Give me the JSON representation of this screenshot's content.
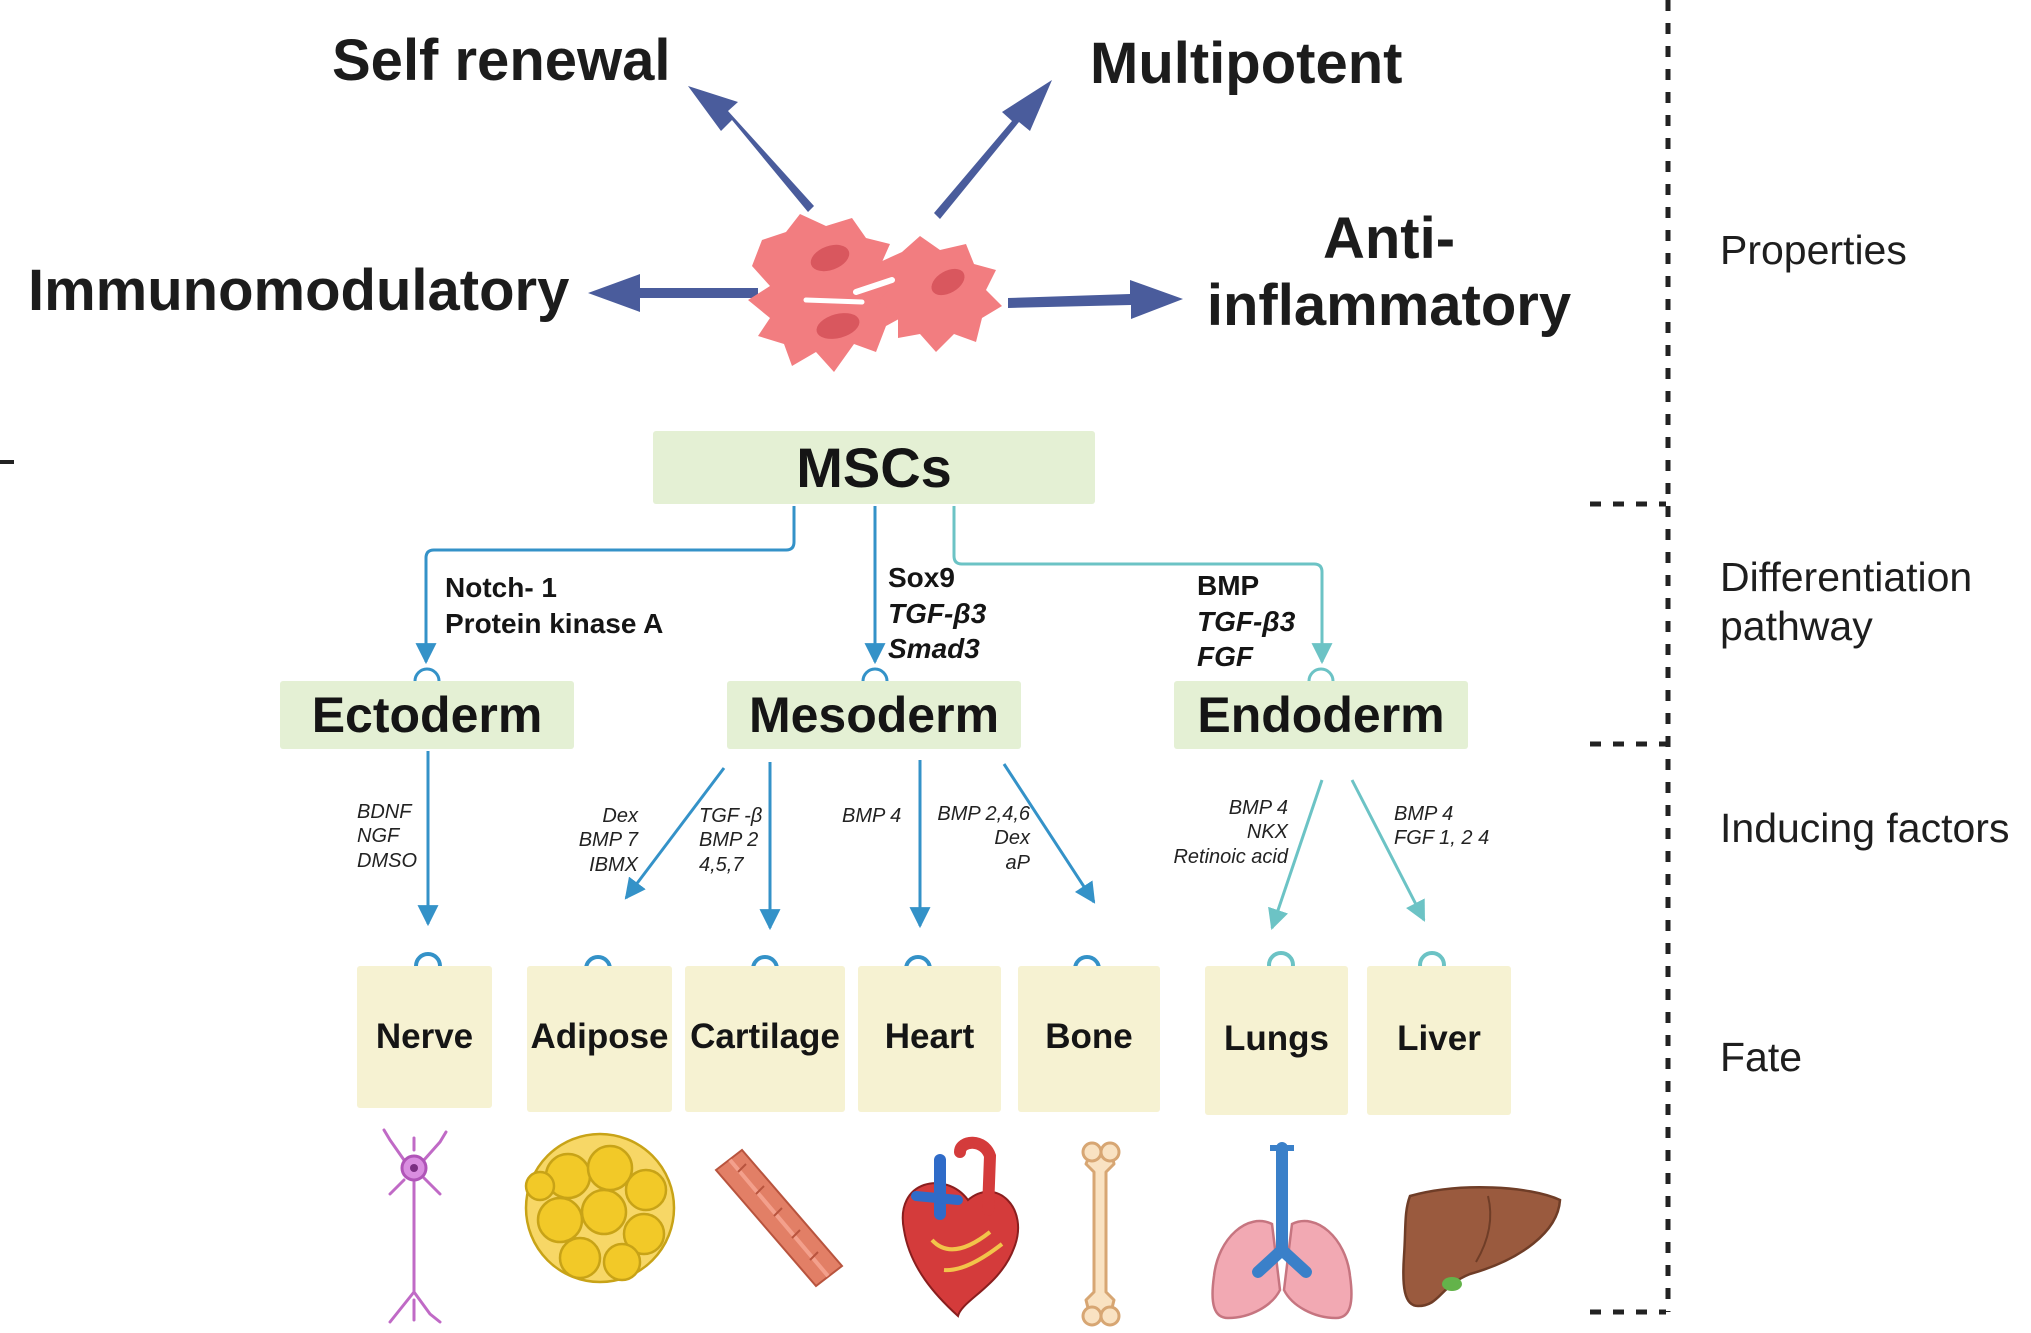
{
  "properties": {
    "self_renewal": "Self renewal",
    "multipotent": "Multipotent",
    "immunomodulatory": "Immunomodulatory",
    "anti_inflammatory_line1": "Anti-",
    "anti_inflammatory_line2": "inflammatory"
  },
  "root": {
    "label": "MSCs"
  },
  "pathways": {
    "ectoderm": {
      "line1": "Notch- 1",
      "line2": "Protein kinase A"
    },
    "mesoderm": {
      "line1": "Sox9",
      "line2": "TGF-β3",
      "line3": "Smad3"
    },
    "endoderm": {
      "line1": "BMP",
      "line2": "TGF-β3",
      "line3": "FGF"
    }
  },
  "germ_layers": {
    "ectoderm": "Ectoderm",
    "mesoderm": "Mesoderm",
    "endoderm": "Endoderm"
  },
  "inducing": {
    "nerve": [
      "BDNF",
      "NGF",
      "DMSO"
    ],
    "adipose": [
      "Dex",
      "BMP 7",
      "IBMX"
    ],
    "cartilage": [
      "TGF -β",
      "BMP 2",
      "4,5,7"
    ],
    "heart": [
      "BMP 4"
    ],
    "bone": [
      "BMP 2,4,6",
      "Dex",
      "aP"
    ],
    "lungs": [
      "BMP 4",
      "NKX",
      "Retinoic acid"
    ],
    "liver": [
      "BMP 4",
      "FGF 1, 2 4"
    ]
  },
  "fates": {
    "nerve": "Nerve",
    "adipose": "Adipose",
    "cartilage": "Cartilage",
    "heart": "Heart",
    "bone": "Bone",
    "lungs": "Lungs",
    "liver": "Liver"
  },
  "side_labels": {
    "properties": "Properties",
    "differentiation_line1": "Differentiation",
    "differentiation_line2": "pathway",
    "inducing": "Inducing factors",
    "fate": "Fate"
  },
  "colors": {
    "property_arrow": "#4a5c9c",
    "cell": "#f27d80",
    "cell_nucleus": "#d9575e",
    "ecto_meso_line": "#3492c8",
    "endo_line": "#6cc3c5",
    "box_green": "#e4f0d4",
    "box_yellow": "#f6f2d2"
  },
  "icons": [
    "neuron-icon",
    "adipocyte-cluster-icon",
    "muscle-fiber-icon",
    "heart-organ-icon",
    "bone-icon",
    "lungs-icon",
    "liver-icon"
  ]
}
